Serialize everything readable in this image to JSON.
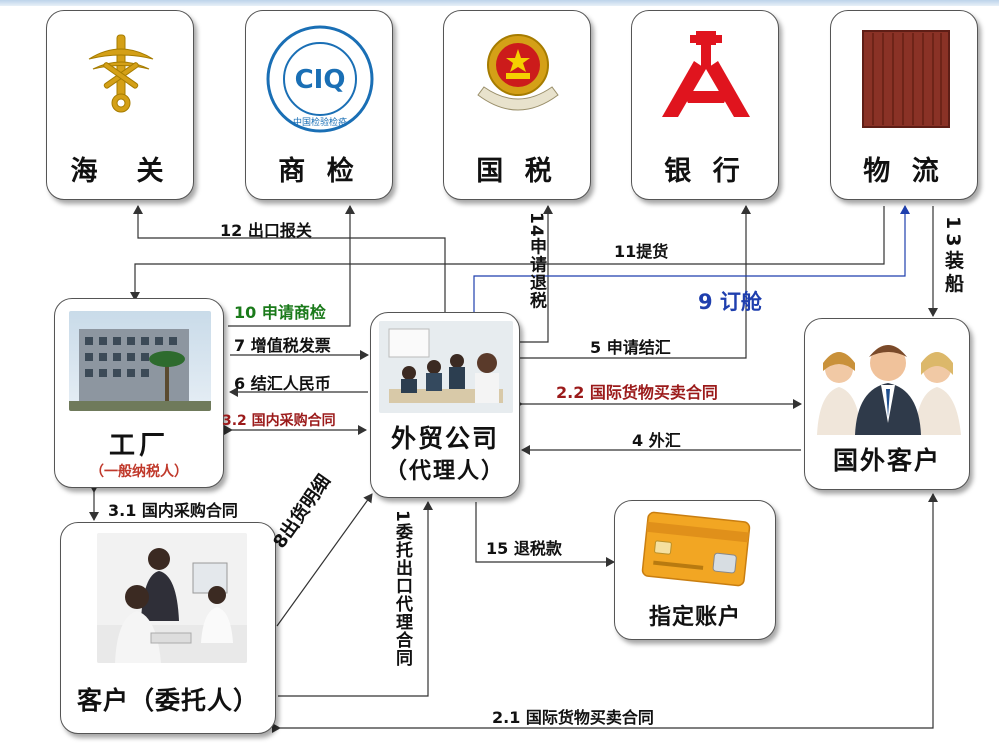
{
  "nodes": {
    "customs": "海　关",
    "inspection": "商 检",
    "tax": "国 税",
    "bank": "银 行",
    "logistics": "物 流",
    "factory": "工厂",
    "factory_sub": "（一般纳税人）",
    "trade_company_line1": "外贸公司",
    "trade_company_line2": "（代理人）",
    "foreign_client": "国外客户",
    "client": "客户（委托人）",
    "designated_account": "指定账户"
  },
  "logos": {
    "ciq_text": "CIQ",
    "ciq_ring_text": "中国检验检疫"
  },
  "flows": {
    "f12": "12 出口报关",
    "f14": "14申请退税",
    "f11": "11提货",
    "f13": "13装船",
    "f10": "10 申请商检",
    "f9": "9 订舱",
    "f7": "7 增值税发票",
    "f5": "5 申请结汇",
    "f6": "6 结汇人民币",
    "f22_top": "2.2 国际货物买卖合同",
    "f32_right": "3.2 国内采购合同",
    "f4": "4 外汇",
    "f31_left": "3.1 国内采购合同",
    "f8": "8出货明细",
    "f1": "1委托出口代理合同",
    "f15": "15 退税款",
    "f21": "2.1 国际货物买卖合同"
  },
  "colors": {
    "green": "#1a7a1a",
    "blue": "#1f3fae",
    "darkred": "#9b1a1a",
    "gold": "#d4a017",
    "bank_red": "#e0141e"
  }
}
